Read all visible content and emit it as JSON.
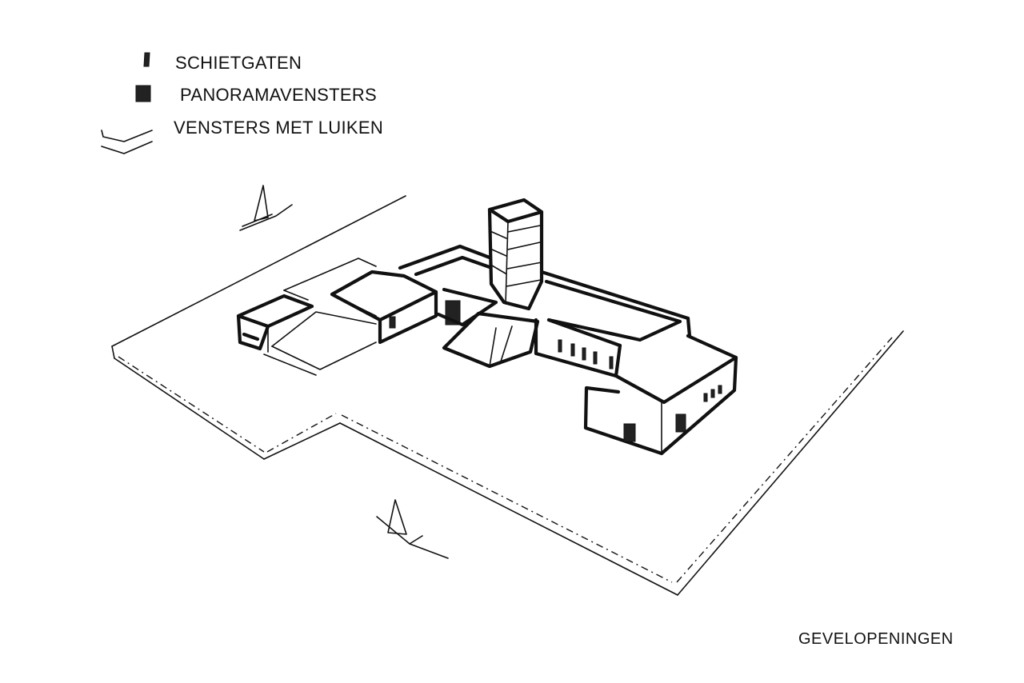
{
  "legend": {
    "items": [
      {
        "label": "SCHIETGATEN",
        "icon": "slit-window-icon"
      },
      {
        "label": "PANORAMAVENSTERS",
        "icon": "panorama-window-icon"
      },
      {
        "label": "VENSTERS MET LUIKEN",
        "icon": "shutter-window-icon"
      }
    ]
  },
  "caption": "GEVELOPENINGEN",
  "colors": {
    "ink": "#111111",
    "paper": "#ffffff"
  }
}
